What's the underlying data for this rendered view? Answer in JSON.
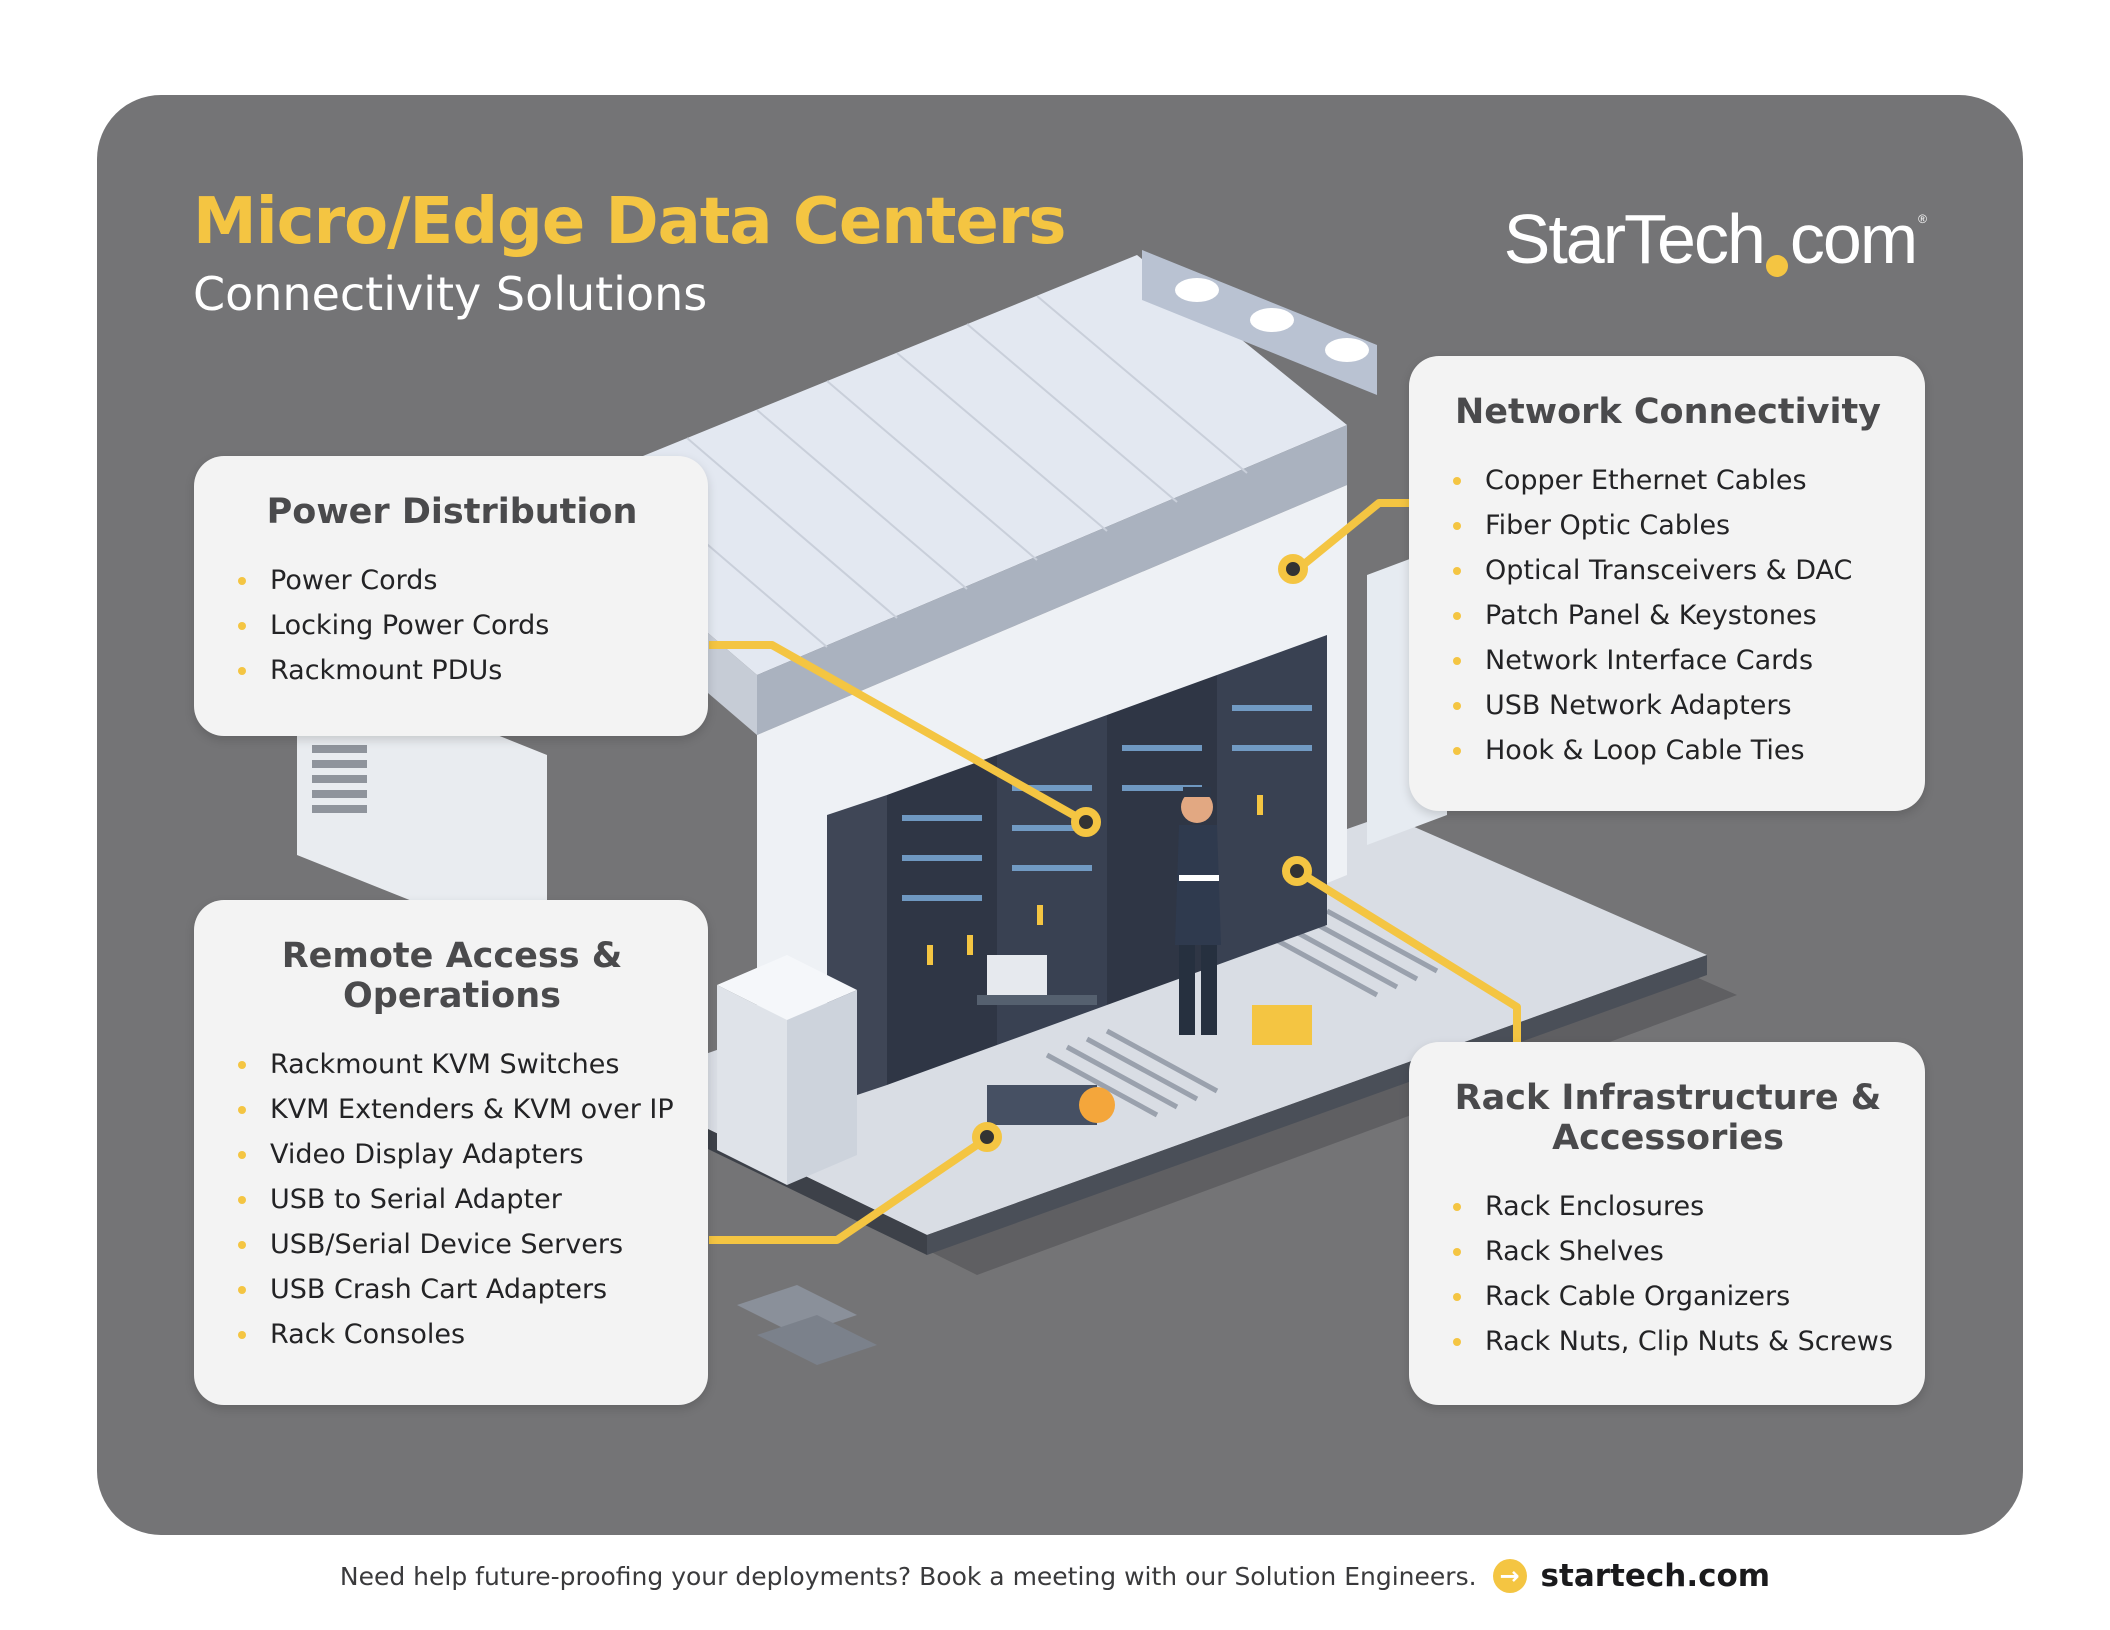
{
  "header": {
    "title": "Micro/Edge Data Centers",
    "subtitle": "Connectivity Solutions"
  },
  "logo": {
    "text_left": "StarTech",
    "text_right": "com",
    "reg_mark": "®"
  },
  "sections": {
    "power": {
      "title": "Power Distribution",
      "items": [
        "Power Cords",
        "Locking Power Cords",
        "Rackmount PDUs"
      ]
    },
    "network": {
      "title": "Network Connectivity",
      "items": [
        "Copper Ethernet Cables",
        "Fiber Optic Cables",
        "Optical Transceivers & DAC",
        "Patch Panel & Keystones",
        "Network Interface Cards",
        "USB Network Adapters",
        "Hook & Loop Cable Ties"
      ]
    },
    "remote": {
      "title": "Remote Access & Operations",
      "items": [
        "Rackmount KVM Switches",
        "KVM Extenders & KVM over IP",
        "Video Display Adapters",
        "USB to Serial Adapter",
        "USB/Serial Device Servers",
        "USB Crash Cart Adapters",
        "Rack Consoles"
      ]
    },
    "rack": {
      "title": "Rack Infrastructure & Accessories",
      "items": [
        "Rack Enclosures",
        "Rack Shelves",
        "Rack Cable Organizers",
        "Rack Nuts, Clip Nuts & Screws"
      ]
    }
  },
  "footer": {
    "message": "Need help future-proofing your deployments? Book a meeting with our Solution Engineers.",
    "url": "startech.com",
    "arrow_icon": "arrow-right-icon"
  },
  "colors": {
    "accent": "#f4c542",
    "card_background": "#747476",
    "box_background": "#f3f3f3",
    "heading_text": "#4a4a4c"
  }
}
